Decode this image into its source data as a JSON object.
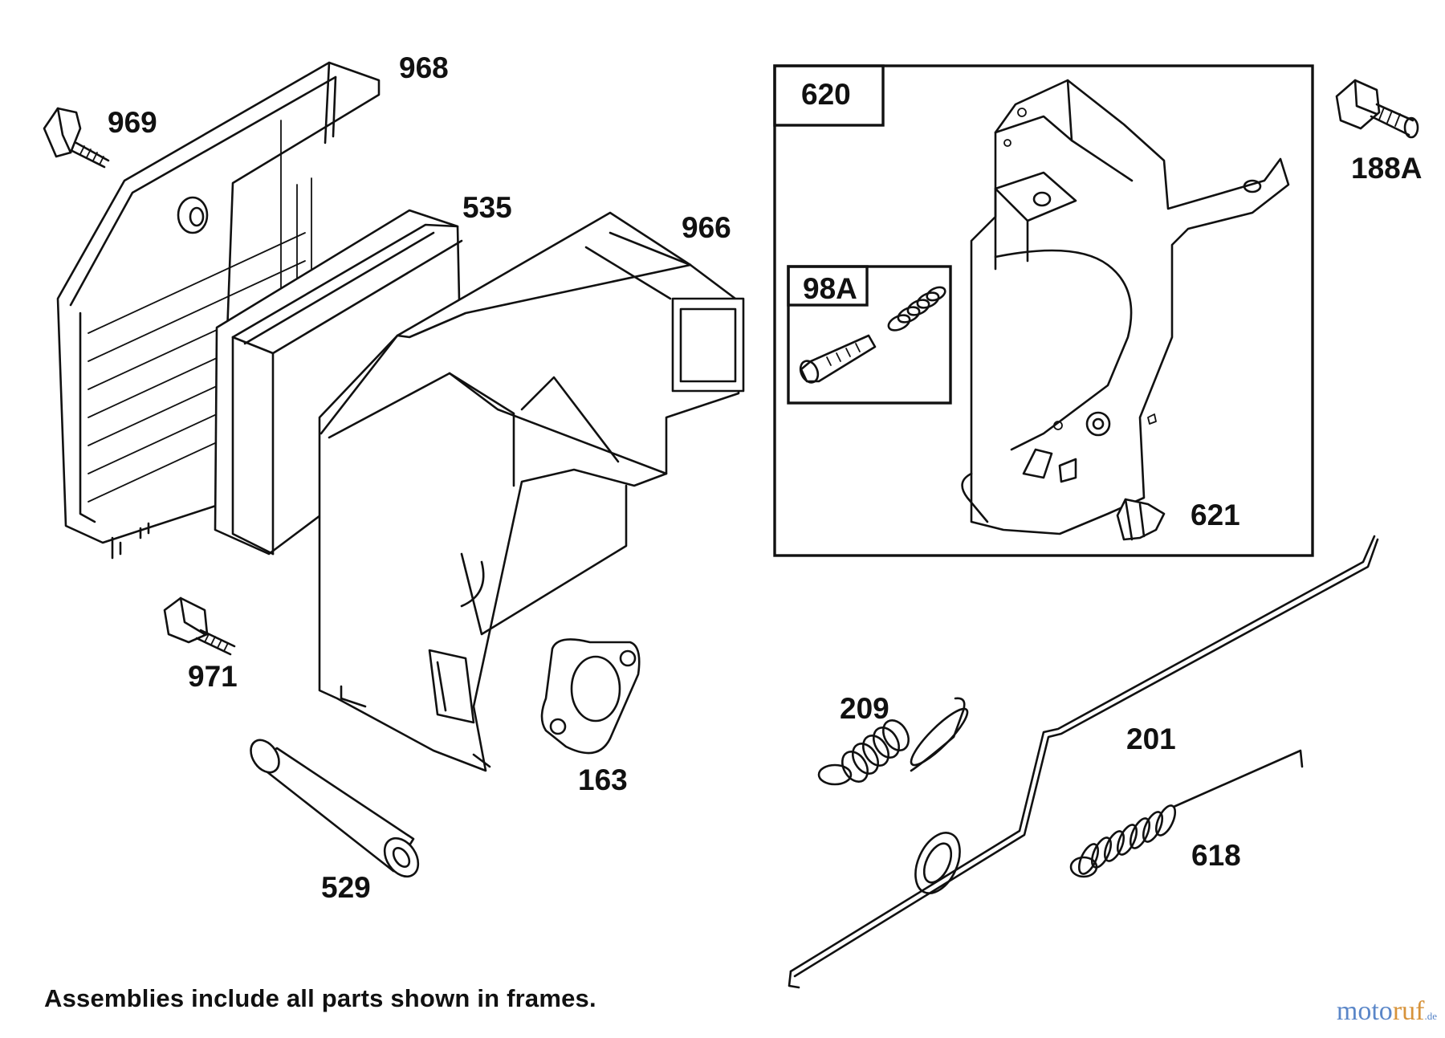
{
  "parts": [
    {
      "id": "p968",
      "label": "968"
    },
    {
      "id": "p969",
      "label": "969"
    },
    {
      "id": "p535",
      "label": "535"
    },
    {
      "id": "p966",
      "label": "966"
    },
    {
      "id": "p971",
      "label": "971"
    },
    {
      "id": "p163",
      "label": "163"
    },
    {
      "id": "p529",
      "label": "529"
    },
    {
      "id": "p620",
      "label": "620"
    },
    {
      "id": "p98A",
      "label": "98A"
    },
    {
      "id": "p621",
      "label": "621"
    },
    {
      "id": "p188A",
      "label": "188A"
    },
    {
      "id": "p209",
      "label": "209"
    },
    {
      "id": "p201",
      "label": "201"
    },
    {
      "id": "p618",
      "label": "618"
    }
  ],
  "footnote": "Assemblies include all parts shown in frames.",
  "watermark": {
    "part1": "moto",
    "part2": "ruf",
    "part3": ".de"
  },
  "colors": {
    "line": "#111111",
    "watermark_blue": "#5a86c8",
    "watermark_orange": "#d7933a"
  }
}
